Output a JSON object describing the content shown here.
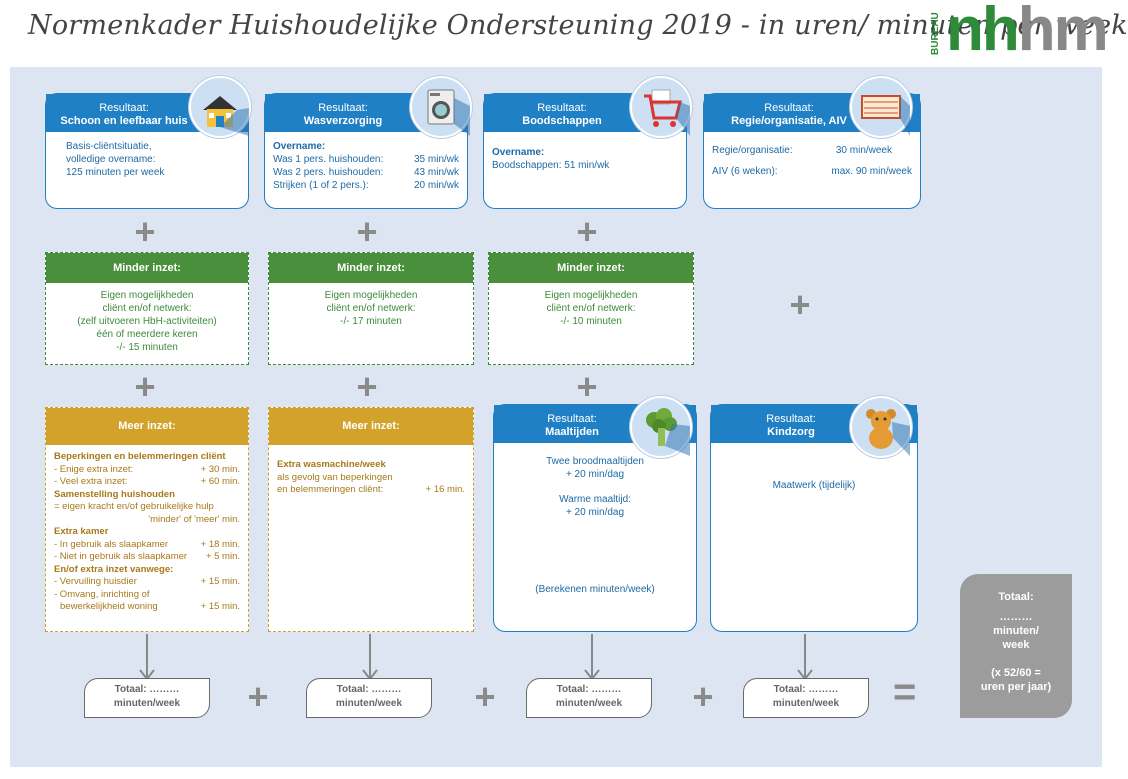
{
  "header": {
    "title": "Normenkader Huishoudelijke Ondersteuning 2019 - in uren/ minuten per week",
    "logo_small": "BUREAU",
    "logo_part1": "h",
    "logo_part2": "hm",
    "logo_prefix": "n"
  },
  "res_label": "Resultaat:",
  "results": [
    {
      "title": "Schoon en leefbaar huis",
      "lines": [
        "Basis-cliëntsituatie,",
        "volledige overname:",
        "125 minuten per week"
      ]
    },
    {
      "title": "Wasverzorging",
      "head": "Overname:",
      "rows": [
        [
          "Was 1 pers. huishouden:",
          "35 min/wk"
        ],
        [
          "Was 2 pers. huishouden:",
          "43 min/wk"
        ],
        [
          "Strijken (1 of 2 pers.):",
          "20 min/wk"
        ]
      ]
    },
    {
      "title": "Boodschappen",
      "head": "Overname:",
      "line": "Boodschappen:  51 min/wk"
    },
    {
      "title": "Regie/organisatie, AIV",
      "rows": [
        [
          "Regie/organisatie:",
          "30 min/week"
        ],
        [
          "AIV (6 weken):",
          "max. 90 min/week"
        ]
      ]
    },
    {
      "title": "Maaltijden",
      "lines": [
        "Twee broodmaaltijden",
        "+ 20 min/dag",
        "",
        "Warme maaltijd:",
        "+ 20 min/dag"
      ],
      "footer": "(Berekenen minuten/week)"
    },
    {
      "title": "Kindzorg",
      "lines": [
        "Maatwerk (tijdelijk)"
      ]
    }
  ],
  "minder": {
    "label": "Minder inzet:",
    "boxes": [
      [
        "Eigen mogelijkheden",
        "cliënt en/of netwerk:",
        "(zelf uitvoeren HbH-activiteiten)",
        "één of meerdere keren",
        "-/- 15 minuten"
      ],
      [
        "Eigen mogelijkheden",
        "cliënt en/of netwerk:",
        "-/- 17 minuten"
      ],
      [
        "Eigen mogelijkheden",
        "cliënt en/of netwerk:",
        "-/- 10 minuten"
      ]
    ]
  },
  "meer": {
    "label": "Meer inzet:",
    "box1": {
      "s1": "Beperkingen en belemmeringen cliënt",
      "r1": [
        [
          "- Enige extra inzet:",
          "+  30 min."
        ],
        [
          "- Veel extra inzet:",
          "+  60 min."
        ]
      ],
      "s2": "Samenstelling huishouden",
      "t2a": "= eigen kracht en/of gebruikelijke hulp",
      "t2b": "'minder' of 'meer' min.",
      "s3": "Extra kamer",
      "r3": [
        [
          "- In gebruik als slaapkamer",
          "+  18 min."
        ],
        [
          "- Niet in gebruik als slaapkamer",
          "+    5 min."
        ]
      ],
      "s4": "En/of extra inzet vanwege:",
      "r4": [
        [
          "- Vervuiling huisdier",
          "+  15 min."
        ]
      ],
      "t4a": "- Omvang, inrichting of",
      "r4b": [
        [
          "   bewerkelijkheid woning",
          "+  15 min."
        ]
      ]
    },
    "box2": {
      "s1": "Extra wasmachine/week",
      "t1": "als gevolg van beperkingen",
      "r1": [
        "en belemmeringen cliënt:",
        "+  16 min."
      ]
    }
  },
  "totals": {
    "line1": "Totaal: ………",
    "line2": "minuten/week"
  },
  "grand": {
    "l1": "Totaal:",
    "l2": "………",
    "l3": "minuten/",
    "l4": "week",
    "l5": "(x 52/60 =",
    "l6": "uren per jaar)"
  },
  "symbols": {
    "plus": "+",
    "equals": "="
  },
  "colors": {
    "blue": "#1f80c6",
    "green": "#4a8f3b",
    "gold": "#d3a22b",
    "panel": "#dde5f3",
    "grey": "#9c9c9c"
  },
  "icons": [
    "house-icon",
    "washing-machine-icon",
    "shopping-cart-icon",
    "planner-icon",
    "broccoli-icon",
    "teddy-bear-icon"
  ]
}
